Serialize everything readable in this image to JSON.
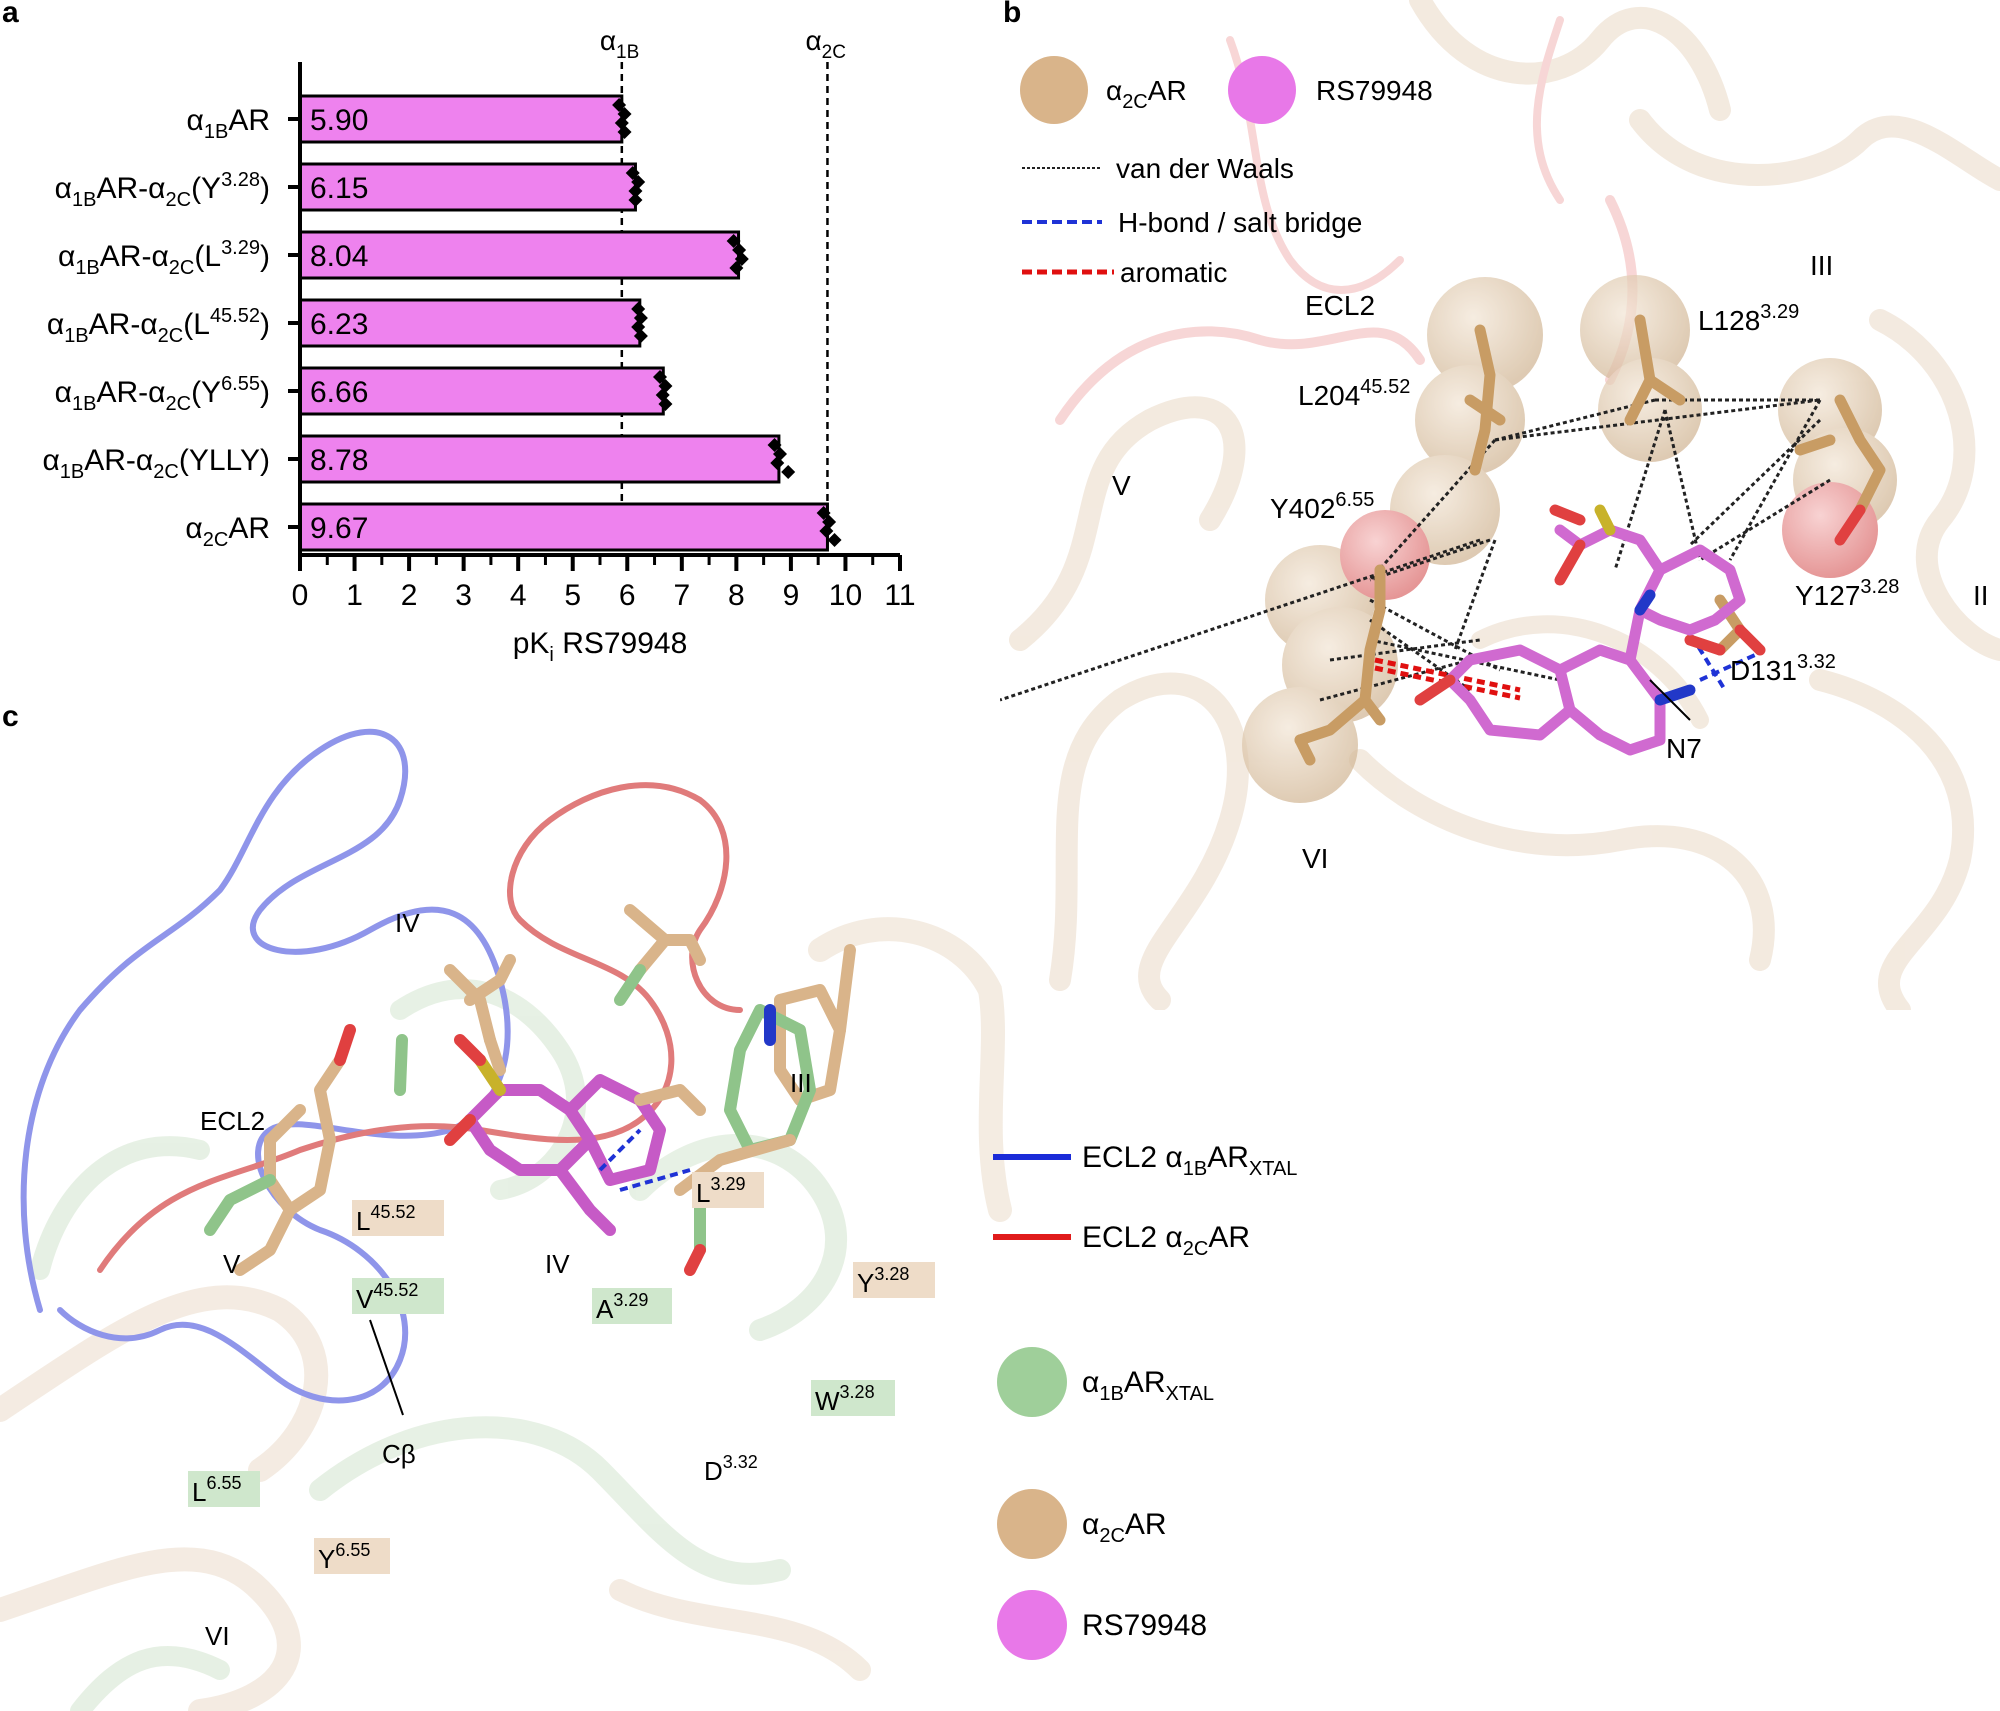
{
  "panels": {
    "a": "a",
    "b": "b",
    "c": "c"
  },
  "chart_data": {
    "type": "bar",
    "categories": [
      {
        "base": "α",
        "sub": "1B",
        "rest": "AR",
        "mut": "",
        "msup": ""
      },
      {
        "base": "α",
        "sub": "1B",
        "rest": "AR-α",
        "mut": "2C",
        "msup": "3.28",
        "res": "Y"
      },
      {
        "base": "α",
        "sub": "1B",
        "rest": "AR-α",
        "mut": "2C",
        "msup": "3.29",
        "res": "L"
      },
      {
        "base": "α",
        "sub": "1B",
        "rest": "AR-α",
        "mut": "2C",
        "msup": "45.52",
        "res": "L"
      },
      {
        "base": "α",
        "sub": "1B",
        "rest": "AR-α",
        "mut": "2C",
        "msup": "6.55",
        "res": "Y"
      },
      {
        "base": "α",
        "sub": "1B",
        "rest": "AR-α",
        "mut": "2C",
        "msup": "",
        "res": "YLLY"
      },
      {
        "base": "α",
        "sub": "2C",
        "rest": "AR",
        "mut": "",
        "msup": ""
      }
    ],
    "category_labels": [
      "α1BAR",
      "α1BAR-α2C(Y3.28)",
      "α1BAR-α2C(L3.29)",
      "α1BAR-α2C(L45.52)",
      "α1BAR-α2C(Y6.55)",
      "α1BAR-α2C(YLLY)",
      "α2CAR"
    ],
    "values": [
      5.9,
      6.15,
      8.04,
      6.23,
      6.66,
      8.78,
      9.67
    ],
    "value_labels": [
      "5.90",
      "6.15",
      "8.04",
      "6.23",
      "6.66",
      "8.78",
      "9.67"
    ],
    "points": [
      [
        5.85,
        5.95,
        5.9,
        5.95
      ],
      [
        6.1,
        6.2,
        6.15,
        6.15
      ],
      [
        7.95,
        8.05,
        8.1,
        8.0
      ],
      [
        6.2,
        6.25,
        6.2,
        6.25
      ],
      [
        6.6,
        6.7,
        6.65,
        6.7
      ],
      [
        8.7,
        8.8,
        8.75,
        8.95
      ],
      [
        9.6,
        9.7,
        9.65,
        9.8
      ]
    ],
    "xlabel": "pKi RS79948",
    "xlabel_main": "pK",
    "xlabel_sub": "i",
    "xlabel_rest": " RS79948",
    "xlim": [
      0,
      11
    ],
    "xticks": [
      "0",
      "1",
      "2",
      "3",
      "4",
      "5",
      "6",
      "7",
      "8",
      "9",
      "10",
      "11"
    ],
    "reference_lines": [
      {
        "value": 5.9,
        "label": "α",
        "sub": "1B"
      },
      {
        "value": 9.67,
        "label": "α",
        "sub": "2C"
      }
    ],
    "bar_color": "#ee82ee"
  },
  "panel_b": {
    "legend": {
      "alpha2c": {
        "label": "α",
        "sub": "2C",
        "rest": "AR",
        "color": "#d9b48a"
      },
      "ligand": {
        "label": "RS79948",
        "color": "#e878e8"
      },
      "vdw": {
        "label": "van der Waals",
        "color": "#222222"
      },
      "hbond": {
        "label": "H-bond / salt bridge",
        "color": "#1f33d6"
      },
      "aromatic": {
        "label": "aromatic",
        "color": "#e01010"
      }
    },
    "labels": {
      "ecl2": "ECL2",
      "iii": "III",
      "ii": "II",
      "v": "V",
      "vi": "VI",
      "l128": "L128",
      "l128_sup": "3.29",
      "l204": "L204",
      "l204_sup": "45.52",
      "y402": "Y402",
      "y402_sup": "6.55",
      "y127": "Y127",
      "y127_sup": "3.28",
      "d131": "D131",
      "d131_sup": "3.32",
      "n7": "N7"
    }
  },
  "panel_c": {
    "labels": {
      "iv_top": "IV",
      "ecl2": "ECL2",
      "iii": "III",
      "v": "V",
      "iv_mid": "IV",
      "vi": "VI",
      "cbeta": "Cβ",
      "l4552": "L",
      "l4552_sup": "45.52",
      "l329": "L",
      "l329_sup": "3.29",
      "v4552": "V",
      "v4552_sup": "45.52",
      "a329": "A",
      "a329_sup": "3.29",
      "y328": "Y",
      "y328_sup": "3.28",
      "w328": "W",
      "w328_sup": "3.28",
      "d332": "D",
      "d332_sup": "3.32",
      "l655": "L",
      "l655_sup": "6.55",
      "y655": "Y",
      "y655_sup": "6.55"
    },
    "legend": {
      "ecl2_a1b": {
        "label": "ECL2 α",
        "sub": "1B",
        "rest": "AR",
        "sub2": "XTAL",
        "color": "#1a2bd8"
      },
      "ecl2_a2c": {
        "label": "ECL2 α",
        "sub": "2C",
        "rest": "AR",
        "color": "#e01b1b"
      },
      "a1b_xtal": {
        "label": "α",
        "sub": "1B",
        "rest": "AR",
        "sub2": "XTAL",
        "color": "#9fcf9a"
      },
      "a2c": {
        "label": "α",
        "sub": "2C",
        "rest": "AR",
        "color": "#d9b48a"
      },
      "ligand": {
        "label": "RS79948",
        "color": "#e878e8"
      }
    }
  }
}
